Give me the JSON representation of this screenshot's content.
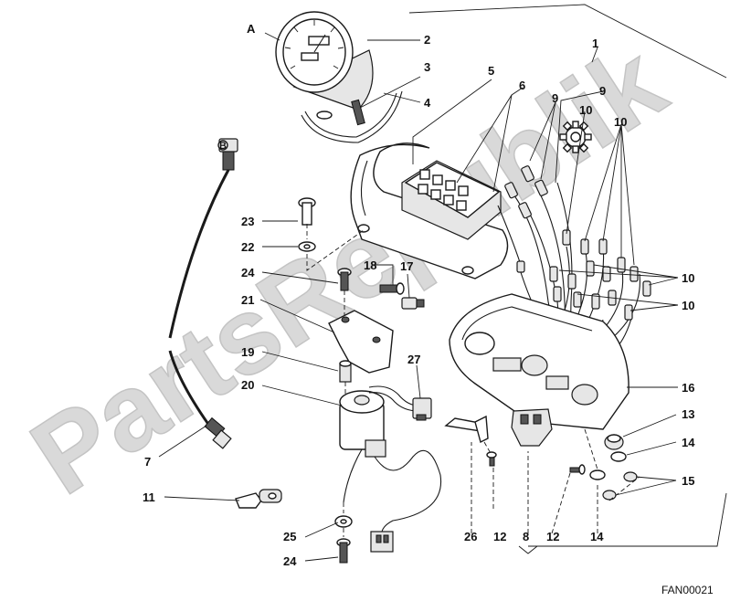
{
  "watermark": "PartsRepublik",
  "code": "FAN00021",
  "callouts": {
    "A": "A",
    "B": "B",
    "p1": "1",
    "p2": "2",
    "p3": "3",
    "p4": "4",
    "p5": "5",
    "p6": "6",
    "p7": "7",
    "p8": "8",
    "p9a": "9",
    "p9b": "9",
    "p10a": "10",
    "p10b": "10",
    "p10c": "10",
    "p10d": "10",
    "p11": "11",
    "p12a": "12",
    "p12b": "12",
    "p13": "13",
    "p14a": "14",
    "p14b": "14",
    "p15": "15",
    "p16": "16",
    "p17": "17",
    "p18": "18",
    "p19": "19",
    "p20": "20",
    "p21": "21",
    "p22": "22",
    "p23": "23",
    "p24a": "24",
    "p24b": "24",
    "p25": "25",
    "p26": "26",
    "p27": "27"
  },
  "icons": {
    "gear": "gear-icon"
  }
}
